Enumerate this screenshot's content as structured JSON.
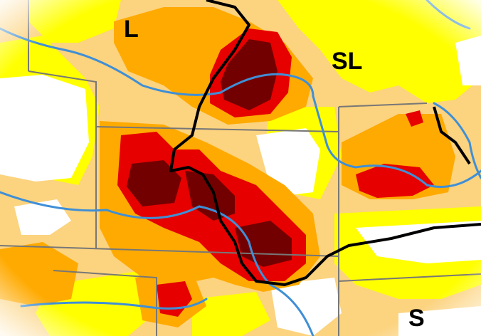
{
  "map": {
    "colors": {
      "none": "#ffffff",
      "d0": "#ffff00",
      "d1": "#fcd37f",
      "d2": "#ffaa00",
      "d3": "#e60000",
      "d4": "#730000",
      "river": "#3f8fd6",
      "state_line": "#777777",
      "boundary": "#000000"
    },
    "labels": [
      {
        "id": "L",
        "text": "L"
      },
      {
        "id": "SL",
        "text": "SL"
      },
      {
        "id": "S",
        "text": "S"
      }
    ]
  }
}
